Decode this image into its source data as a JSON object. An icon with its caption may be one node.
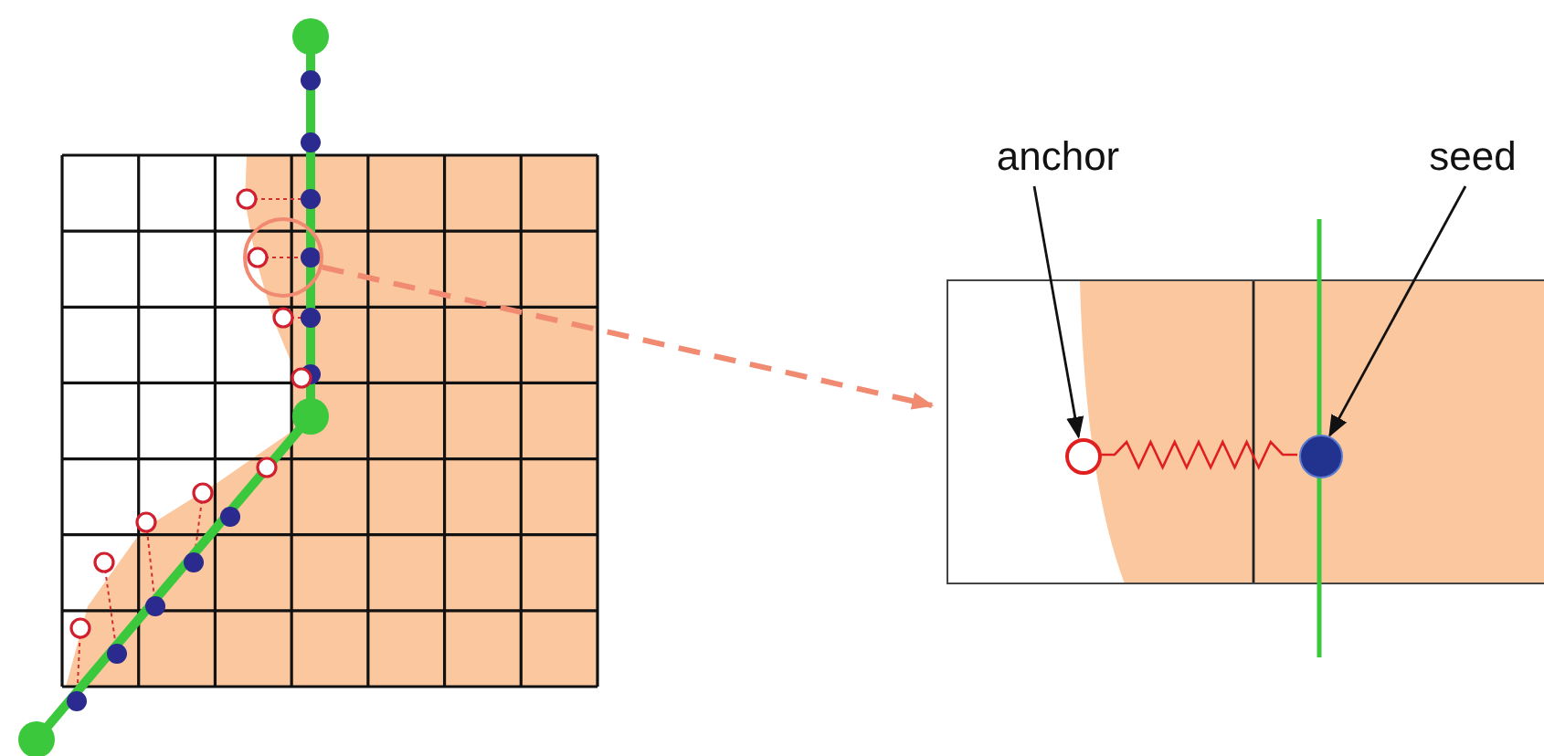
{
  "diagram": {
    "nodes": [
      {
        "text": [],
        "shape": "circle"
      },
      {
        "text": [],
        "shape": "box"
      },
      {
        "text": [
          "anchor"
        ]
      },
      {
        "text": [
          "seed"
        ]
      },
      {
        "text": [],
        "shape": "circle",
        "in": 1
      },
      {
        "text": [],
        "shape": "circle",
        "in": 1
      }
    ],
    "edges": [
      {
        "from": 0,
        "to": 1,
        "arrow": "to",
        "style": "dashed",
        "color": "#f08a70"
      },
      {
        "from": 2,
        "to": 4,
        "arrow": "to"
      },
      {
        "from": 3,
        "to": 5,
        "arrow": "to"
      },
      {
        "from": 4,
        "to": 5,
        "arrow": "none",
        "color": "#e02020"
      }
    ]
  }
}
